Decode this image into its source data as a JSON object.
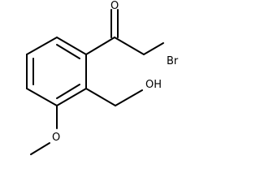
{
  "molecule": {
    "atom_labels": {
      "oxygen_carbonyl": "O",
      "hydroxyl": "OH",
      "bromine": "Br",
      "oxygen_methoxy": "O"
    }
  },
  "colors": {
    "bond": "#000000",
    "text": "#000000",
    "background": "#ffffff"
  }
}
